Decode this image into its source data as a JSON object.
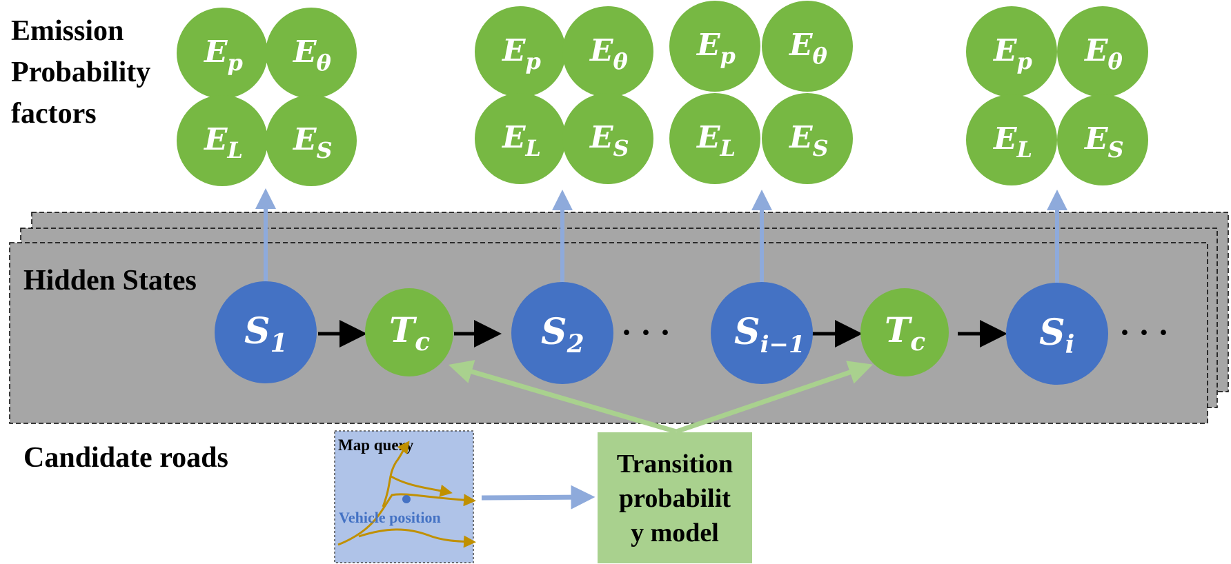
{
  "labels": {
    "emission_line1": "Emission",
    "emission_line2": "Probability",
    "emission_line3": "factors",
    "hidden_states": "Hidden States",
    "candidate_roads": "Candidate roads",
    "map_query": "Map query",
    "vehicle_position": "Vehicle position",
    "transition_line1": "Transition",
    "transition_line2": "probabilit",
    "transition_line3": "y model"
  },
  "emission_factors": [
    {
      "main": "E",
      "sub": "p"
    },
    {
      "main": "E",
      "sub": "θ"
    },
    {
      "main": "E",
      "sub": "L"
    },
    {
      "main": "E",
      "sub": "S"
    }
  ],
  "states": {
    "s1": {
      "main": "S",
      "sub": "1"
    },
    "tc": {
      "main": "T",
      "sub": "c"
    },
    "s2": {
      "main": "S",
      "sub": "2"
    },
    "sim1": {
      "main": "S",
      "sub": "i−1"
    },
    "si": {
      "main": "S",
      "sub": "i"
    }
  },
  "ellipsis": "· · ·",
  "colors": {
    "green_node": "#77b843",
    "blue_node": "#4472c4",
    "band": "#a6a6a6",
    "light_blue_arrow": "#8eaadb",
    "light_green_arrow": "#a9d18e",
    "transition_box": "#a9d18e",
    "map_box": "#afc3e8",
    "road_line": "#c09000",
    "vehicle_text": "#4472c4"
  }
}
